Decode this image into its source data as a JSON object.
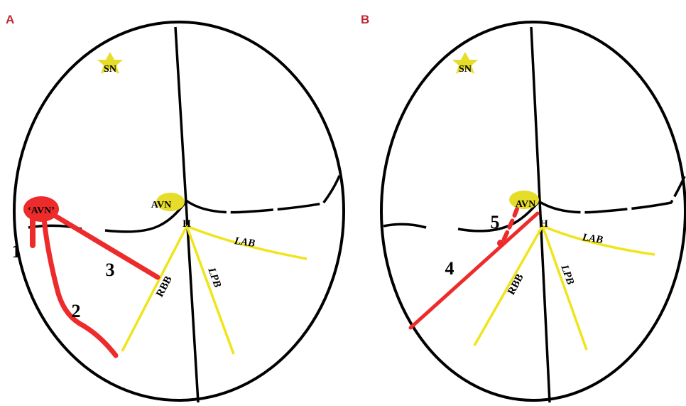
{
  "colors": {
    "panel_label": "#c0272d",
    "outline": "#000000",
    "conduction": "#f0e41a",
    "node": "#e6dc2a",
    "pathway": "#ee2b2b",
    "background": "#ffffff"
  },
  "panels": [
    {
      "label": "A",
      "nodes": {
        "sinus": "SN",
        "av": "AVN",
        "his": "H",
        "accessory": "‘AVN’"
      },
      "branches": {
        "right": "RBB",
        "left_anterior": "LAB",
        "left_posterior": "LPB"
      },
      "pathways": [
        "1",
        "2",
        "3"
      ]
    },
    {
      "label": "B",
      "nodes": {
        "sinus": "SN",
        "av": "AVN",
        "his": "H"
      },
      "branches": {
        "right": "RBB",
        "left_anterior": "LAB",
        "left_posterior": "LPB"
      },
      "pathways": [
        "4",
        "5"
      ]
    }
  ]
}
